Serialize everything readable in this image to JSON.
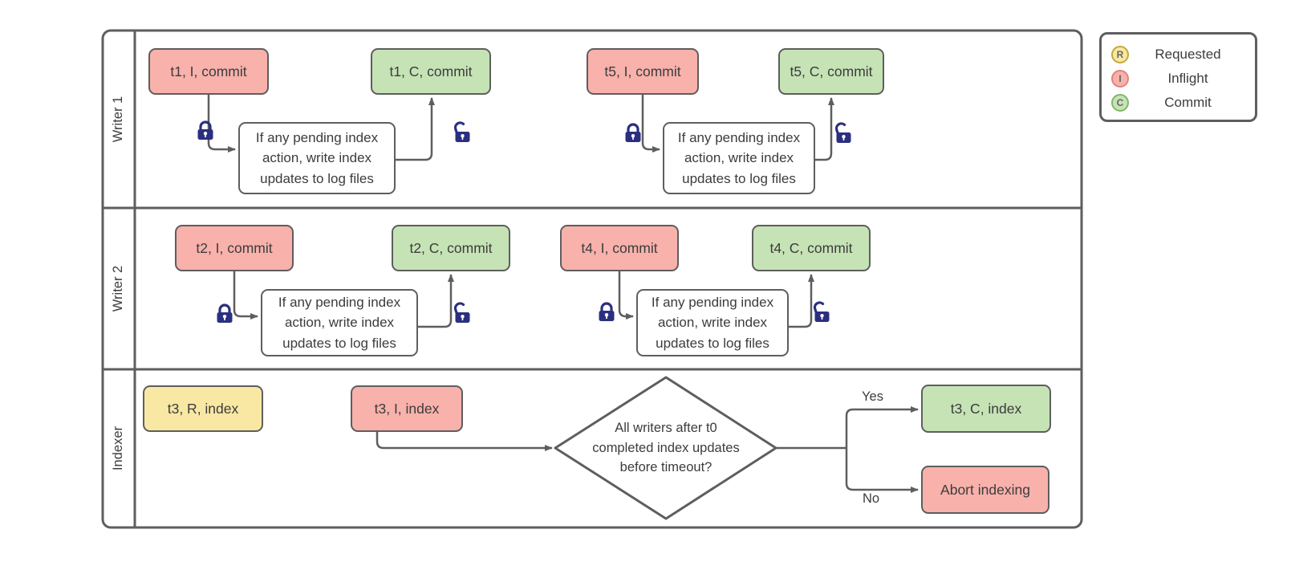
{
  "colors": {
    "stroke": "#5e5e5e",
    "red": "#f8b1ab",
    "green": "#c6e3b6",
    "yellow": "#f9e8a3",
    "lock": "#2b2f80",
    "text": "#3c3c3c"
  },
  "lanes": [
    {
      "label": "Writer 1"
    },
    {
      "label": "Writer 2"
    },
    {
      "label": "Indexer"
    }
  ],
  "shared": {
    "process": "If any pending index\naction, write index\nupdates to log files"
  },
  "writer1": {
    "t1_inflight": "t1, I, commit",
    "t1_commit": "t1, C, commit",
    "t5_inflight": "t5, I, commit",
    "t5_commit": "t5, C, commit"
  },
  "writer2": {
    "t2_inflight": "t2, I, commit",
    "t2_commit": "t2, C, commit",
    "t4_inflight": "t4, I, commit",
    "t4_commit": "t4, C, commit"
  },
  "indexer": {
    "t3_requested": "t3, R, index",
    "t3_inflight": "t3, I, index",
    "decision": "All writers after t0\ncompleted index updates\nbefore timeout?",
    "yes_label": "Yes",
    "no_label": "No",
    "t3_commit": "t3, C, index",
    "abort": "Abort indexing"
  },
  "legend": {
    "items": [
      {
        "symbol": "R",
        "label": "Requested"
      },
      {
        "symbol": "I",
        "label": "Inflight"
      },
      {
        "symbol": "C",
        "label": "Commit"
      }
    ]
  }
}
